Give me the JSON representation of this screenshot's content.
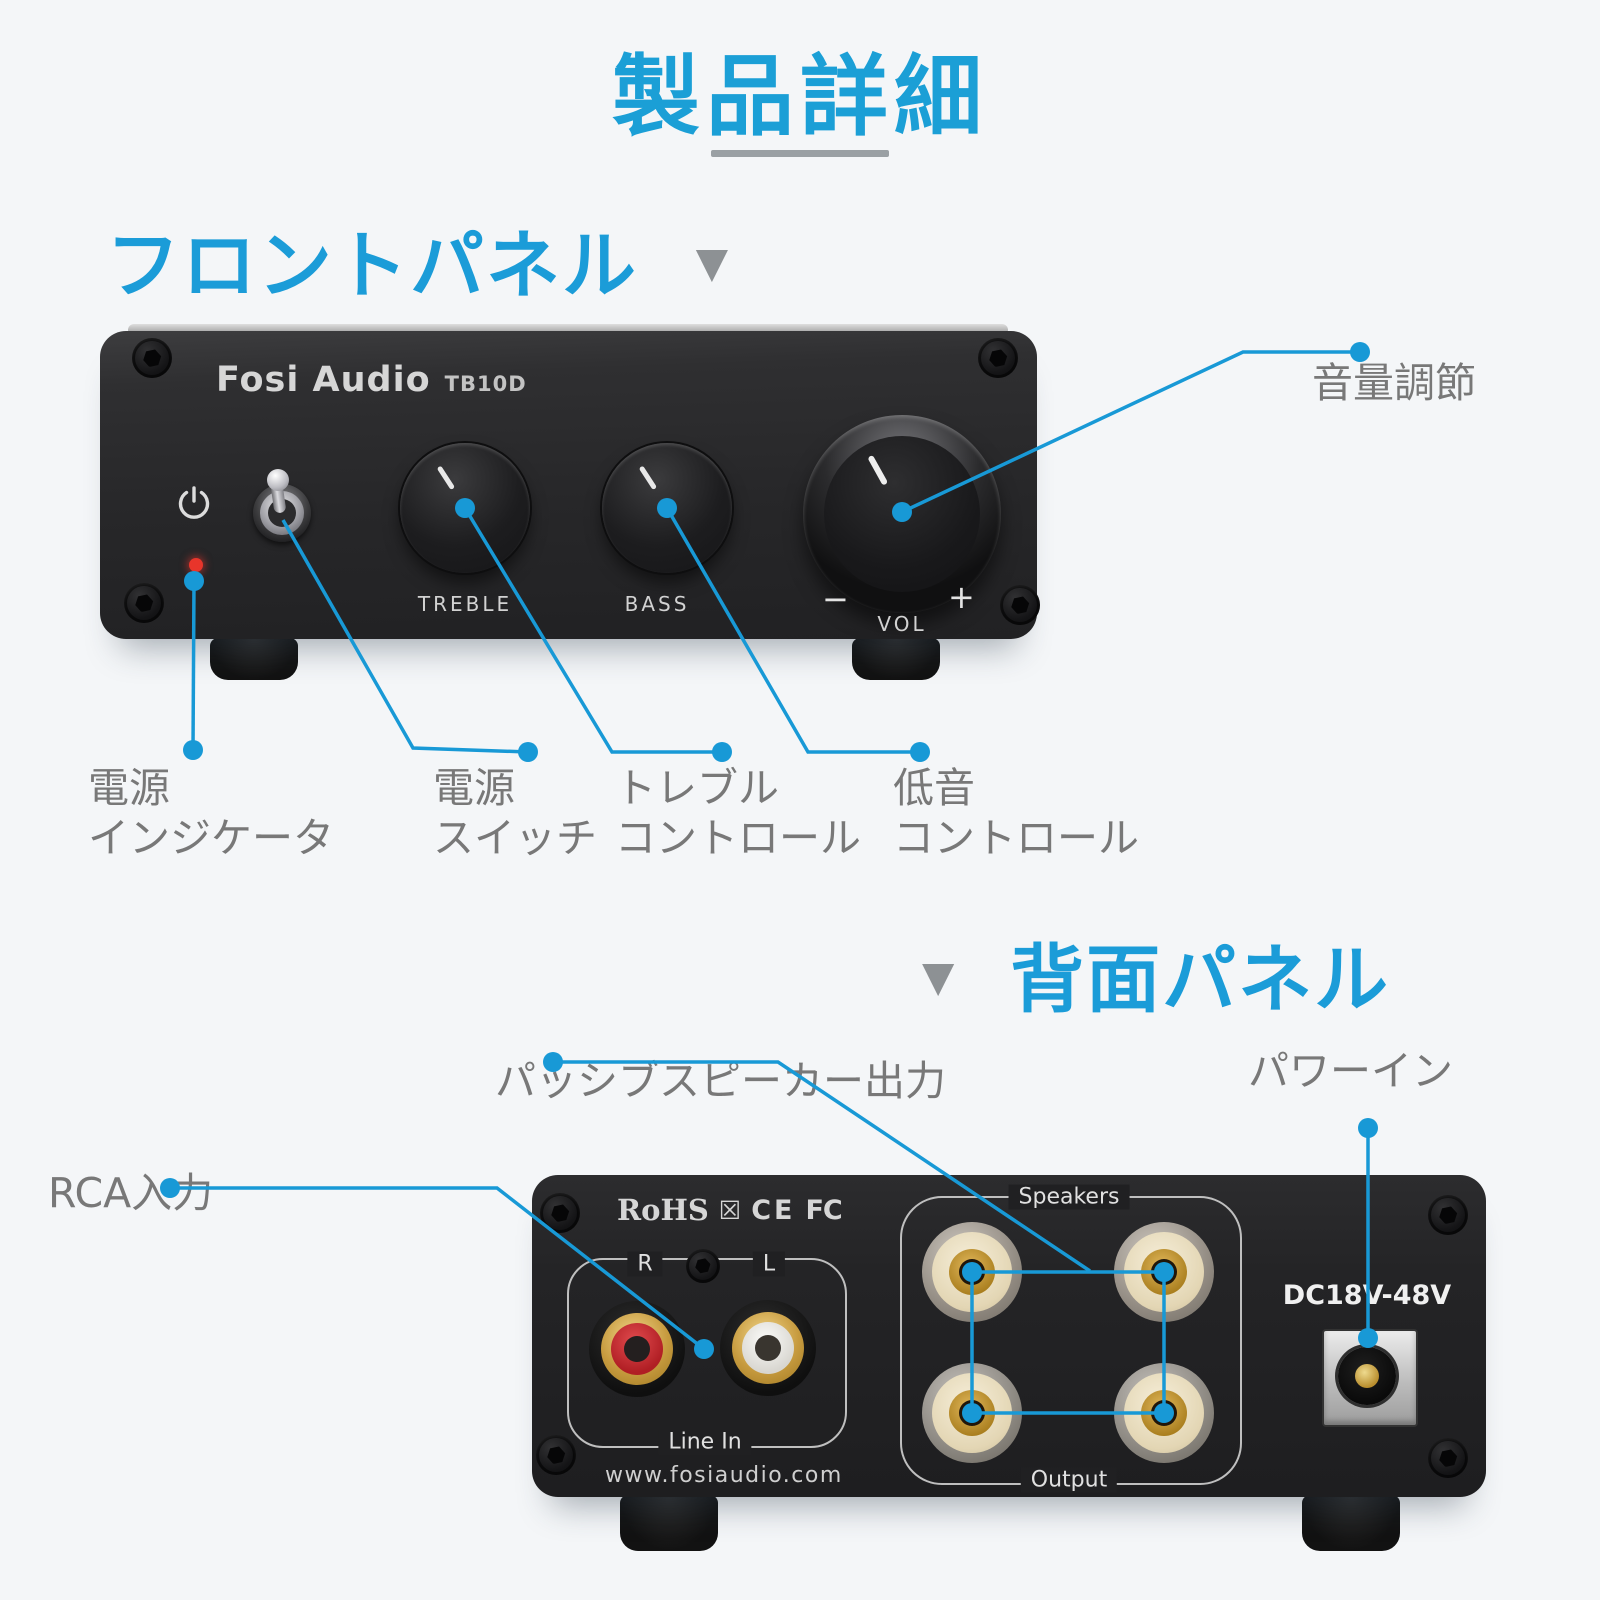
{
  "page": {
    "title": "製品詳細"
  },
  "colors": {
    "accent_blue": "#1899d6",
    "heading_blue": "#1b9cd8",
    "label_gray": "#787878",
    "led_red": "#e8352b",
    "background": "#f4f6f8"
  },
  "sections": {
    "front": {
      "heading": "フロントパネル",
      "arrow": "▼"
    },
    "rear": {
      "heading": "背面パネル",
      "arrow": "▼"
    }
  },
  "front_panel": {
    "brand": "Fosi Audio",
    "model": "TB10D",
    "treble_label": "TREBLE",
    "bass_label": "BASS",
    "vol_label": "VOL",
    "minus": "−",
    "plus": "+"
  },
  "front_callouts": {
    "volume": {
      "label": "音量調節"
    },
    "power_indicator": {
      "line1": "電源",
      "line2": "インジケータ"
    },
    "power_switch": {
      "line1": "電源",
      "line2": "スイッチ"
    },
    "treble": {
      "line1": "トレブル",
      "line2": "コントロール"
    },
    "bass": {
      "line1": "低音",
      "line2": "コントロール"
    }
  },
  "rear_panel": {
    "rohs": "RoHS",
    "weee_mark": "☒",
    "ce": "CE",
    "fcc": "FC",
    "rca_r": "R",
    "rca_l": "L",
    "line_in": "Line In",
    "website": "www.fosiaudio.com",
    "speakers": "Speakers",
    "output": "Output",
    "dc_input": "DC18V-48V"
  },
  "rear_callouts": {
    "speaker_output": "パッシブスピーカー出力",
    "power_in": "パワーイン",
    "rca_input": "RCA入力"
  }
}
